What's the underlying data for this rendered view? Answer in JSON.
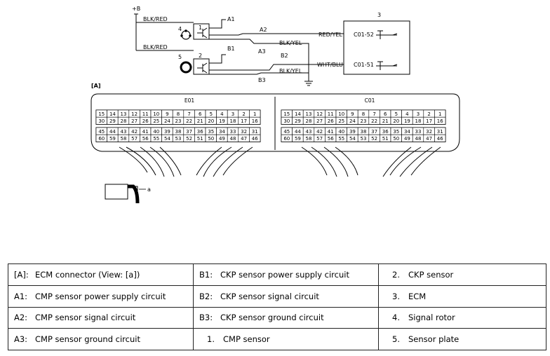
{
  "wiring": {
    "supply": "+B",
    "wires": {
      "blk_red_top": "BLK/RED",
      "blk_red_bottom": "BLK/RED",
      "red_yel": "RED/YEL",
      "blk_yel_top": "BLK/YEL",
      "wht_blu": "WHT/BLU",
      "blk_yel_bottom": "BLK/YEL"
    },
    "circuit_tags": {
      "a1": "A1",
      "a2": "A2",
      "a3": "A3",
      "b1": "B1",
      "b2": "B2",
      "b3": "B3"
    },
    "component_numbers": {
      "cmp_sensor": "1",
      "ckp_sensor": "2",
      "ecm": "3",
      "signal_rotor": "4",
      "sensor_plate": "5"
    },
    "terminals": {
      "c01_52": "C01-52",
      "c01_51": "C01-51"
    }
  },
  "connector": {
    "view_tag": "[A]",
    "view_arrow_label": "a",
    "e01": {
      "label": "E01",
      "row1": [
        "15",
        "14",
        "13",
        "12",
        "11",
        "10",
        "9",
        "8",
        "7",
        "6",
        "5",
        "4",
        "3",
        "2",
        "1"
      ],
      "row2": [
        "30",
        "29",
        "28",
        "27",
        "26",
        "25",
        "24",
        "23",
        "22",
        "21",
        "20",
        "19",
        "18",
        "17",
        "16"
      ],
      "row3": [
        "45",
        "44",
        "43",
        "42",
        "41",
        "40",
        "39",
        "38",
        "37",
        "36",
        "35",
        "34",
        "33",
        "32",
        "31"
      ],
      "row4": [
        "60",
        "59",
        "58",
        "57",
        "56",
        "55",
        "54",
        "53",
        "52",
        "51",
        "50",
        "49",
        "48",
        "47",
        "46"
      ]
    },
    "c01": {
      "label": "C01",
      "row1": [
        "15",
        "14",
        "13",
        "12",
        "11",
        "10",
        "9",
        "8",
        "7",
        "6",
        "5",
        "4",
        "3",
        "2",
        "1"
      ],
      "row2": [
        "30",
        "29",
        "28",
        "27",
        "26",
        "25",
        "24",
        "23",
        "22",
        "21",
        "20",
        "19",
        "18",
        "17",
        "16"
      ],
      "row3": [
        "45",
        "44",
        "43",
        "42",
        "41",
        "40",
        "39",
        "38",
        "37",
        "36",
        "35",
        "34",
        "33",
        "32",
        "31"
      ],
      "row4": [
        "60",
        "59",
        "58",
        "57",
        "56",
        "55",
        "54",
        "53",
        "52",
        "51",
        "50",
        "49",
        "48",
        "47",
        "46"
      ]
    }
  },
  "legend": {
    "rows": [
      [
        {
          "key": "[A]:",
          "text": "ECM connector (View: [a])"
        },
        {
          "key": "B1:",
          "text": "CKP sensor power supply circuit"
        },
        {
          "key": "2.",
          "text": "CKP sensor"
        }
      ],
      [
        {
          "key": "A1:",
          "text": "CMP sensor power supply circuit"
        },
        {
          "key": "B2:",
          "text": "CKP sensor signal circuit"
        },
        {
          "key": "3.",
          "text": "ECM"
        }
      ],
      [
        {
          "key": "A2:",
          "text": "CMP sensor signal circuit"
        },
        {
          "key": "B3:",
          "text": "CKP sensor ground circuit"
        },
        {
          "key": "4.",
          "text": "Signal rotor"
        }
      ],
      [
        {
          "key": "A3:",
          "text": "CMP sensor ground circuit"
        },
        {
          "key": "1.",
          "text": "CMP sensor"
        },
        {
          "key": "5.",
          "text": "Sensor plate"
        }
      ]
    ]
  }
}
